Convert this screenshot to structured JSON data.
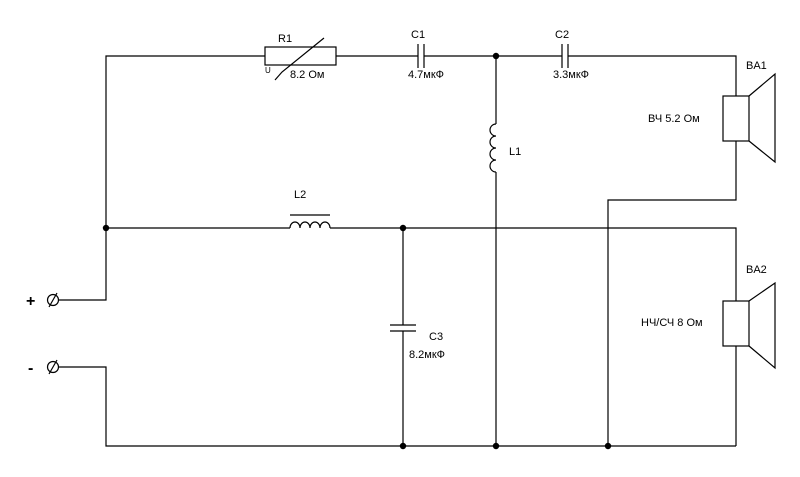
{
  "terminals": {
    "plus": "+",
    "minus": "-"
  },
  "components": {
    "r1": {
      "name": "R1",
      "value": "8.2 Ом",
      "marker": "U"
    },
    "c1": {
      "name": "C1",
      "value": "4.7мкФ"
    },
    "c2": {
      "name": "C2",
      "value": "3.3мкФ"
    },
    "c3": {
      "name": "C3",
      "value": "8.2мкФ"
    },
    "l1": {
      "name": "L1"
    },
    "l2": {
      "name": "L2"
    },
    "ba1": {
      "name": "BA1",
      "desc": "ВЧ  5.2 Ом"
    },
    "ba2": {
      "name": "BA2",
      "desc": "НЧ/СЧ  8 Ом"
    }
  }
}
